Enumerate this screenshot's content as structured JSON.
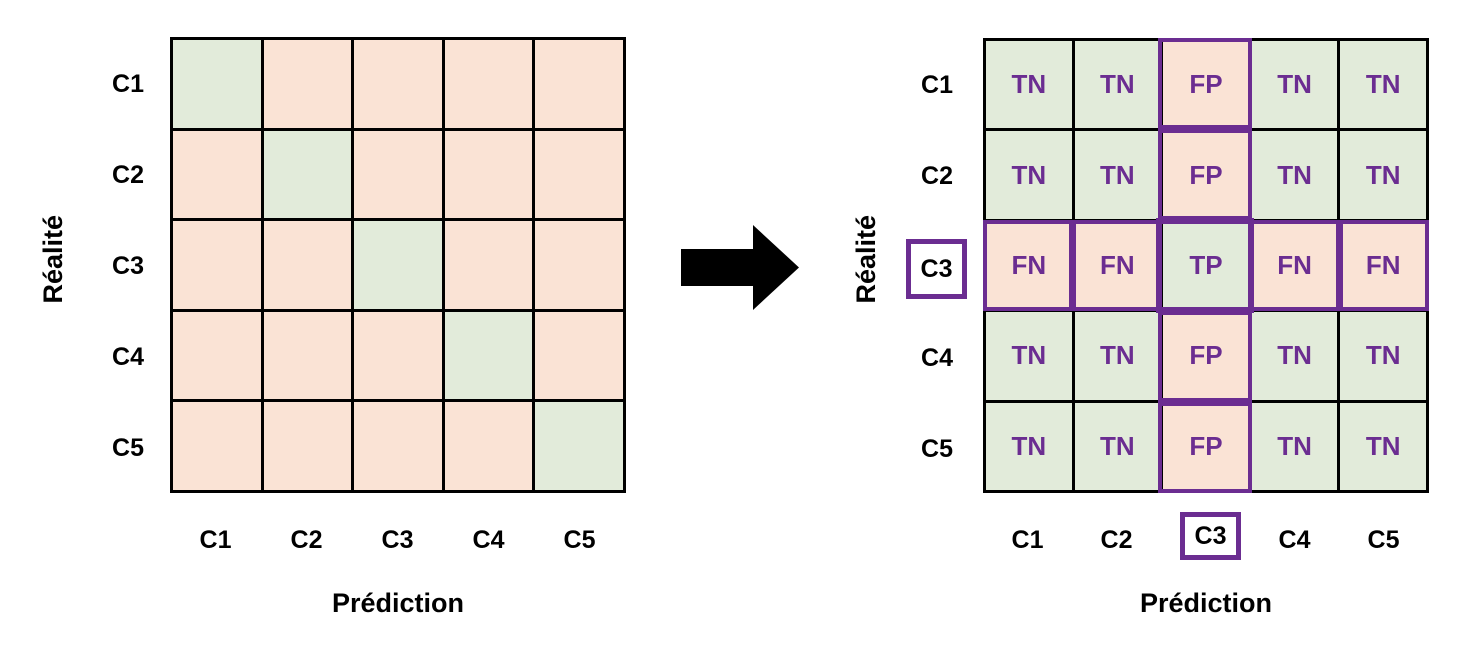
{
  "figure": {
    "title_left": "",
    "title_right": "",
    "arrow_icon": "right-arrow-icon"
  },
  "colors": {
    "green": "#e2ebda",
    "peach": "#fae3d5",
    "purple": "#6b2d91",
    "grid": "#000000",
    "text": "#000000"
  },
  "chart_data": {
    "type": "heatmap",
    "title": "",
    "panels": [
      {
        "name": "confusion-matrix-plain",
        "xlabel": "Prédiction",
        "ylabel": "Réalité",
        "categories_x": [
          "C1",
          "C2",
          "C3",
          "C4",
          "C5"
        ],
        "categories_y": [
          "C1",
          "C2",
          "C3",
          "C4",
          "C5"
        ],
        "cells": [
          [
            {
              "label": "",
              "fill": "green"
            },
            {
              "label": "",
              "fill": "peach"
            },
            {
              "label": "",
              "fill": "peach"
            },
            {
              "label": "",
              "fill": "peach"
            },
            {
              "label": "",
              "fill": "peach"
            }
          ],
          [
            {
              "label": "",
              "fill": "peach"
            },
            {
              "label": "",
              "fill": "green"
            },
            {
              "label": "",
              "fill": "peach"
            },
            {
              "label": "",
              "fill": "peach"
            },
            {
              "label": "",
              "fill": "peach"
            }
          ],
          [
            {
              "label": "",
              "fill": "peach"
            },
            {
              "label": "",
              "fill": "peach"
            },
            {
              "label": "",
              "fill": "green"
            },
            {
              "label": "",
              "fill": "peach"
            },
            {
              "label": "",
              "fill": "peach"
            }
          ],
          [
            {
              "label": "",
              "fill": "peach"
            },
            {
              "label": "",
              "fill": "peach"
            },
            {
              "label": "",
              "fill": "peach"
            },
            {
              "label": "",
              "fill": "green"
            },
            {
              "label": "",
              "fill": "peach"
            }
          ],
          [
            {
              "label": "",
              "fill": "peach"
            },
            {
              "label": "",
              "fill": "peach"
            },
            {
              "label": "",
              "fill": "peach"
            },
            {
              "label": "",
              "fill": "peach"
            },
            {
              "label": "",
              "fill": "green"
            }
          ]
        ]
      },
      {
        "name": "confusion-matrix-annotated",
        "xlabel": "Prédiction",
        "ylabel": "Réalité",
        "categories_x": [
          "C1",
          "C2",
          "C3",
          "C4",
          "C5"
        ],
        "categories_y": [
          "C1",
          "C2",
          "C3",
          "C4",
          "C5"
        ],
        "highlighted_class": "C3",
        "cells": [
          [
            {
              "label": "TN",
              "fill": "green"
            },
            {
              "label": "TN",
              "fill": "green"
            },
            {
              "label": "FP",
              "fill": "peach"
            },
            {
              "label": "TN",
              "fill": "green"
            },
            {
              "label": "TN",
              "fill": "green"
            }
          ],
          [
            {
              "label": "TN",
              "fill": "green"
            },
            {
              "label": "TN",
              "fill": "green"
            },
            {
              "label": "FP",
              "fill": "peach"
            },
            {
              "label": "TN",
              "fill": "green"
            },
            {
              "label": "TN",
              "fill": "green"
            }
          ],
          [
            {
              "label": "FN",
              "fill": "peach"
            },
            {
              "label": "FN",
              "fill": "peach"
            },
            {
              "label": "TP",
              "fill": "green"
            },
            {
              "label": "FN",
              "fill": "peach"
            },
            {
              "label": "FN",
              "fill": "peach"
            }
          ],
          [
            {
              "label": "TN",
              "fill": "green"
            },
            {
              "label": "TN",
              "fill": "green"
            },
            {
              "label": "FP",
              "fill": "peach"
            },
            {
              "label": "TN",
              "fill": "green"
            },
            {
              "label": "TN",
              "fill": "green"
            }
          ],
          [
            {
              "label": "TN",
              "fill": "green"
            },
            {
              "label": "TN",
              "fill": "green"
            },
            {
              "label": "FP",
              "fill": "peach"
            },
            {
              "label": "TN",
              "fill": "green"
            },
            {
              "label": "TN",
              "fill": "green"
            }
          ]
        ]
      }
    ]
  },
  "left": {
    "ylabel": "Réalité",
    "xlabel": "Prédiction",
    "rows": [
      "C1",
      "C2",
      "C3",
      "C4",
      "C5"
    ],
    "cols": [
      "C1",
      "C2",
      "C3",
      "C4",
      "C5"
    ]
  },
  "right": {
    "ylabel": "Réalité",
    "xlabel": "Prédiction",
    "rows": [
      "C1",
      "C2",
      "C3",
      "C4",
      "C5"
    ],
    "cols": [
      "C1",
      "C2",
      "C3",
      "C4",
      "C5"
    ],
    "cell_labels": {
      "r0": [
        "TN",
        "TN",
        "FP",
        "TN",
        "TN"
      ],
      "r1": [
        "TN",
        "TN",
        "FP",
        "TN",
        "TN"
      ],
      "r2": [
        "FN",
        "FN",
        "TP",
        "FN",
        "FN"
      ],
      "r3": [
        "TN",
        "TN",
        "FP",
        "TN",
        "TN"
      ],
      "r4": [
        "TN",
        "TN",
        "FP",
        "TN",
        "TN"
      ]
    }
  }
}
